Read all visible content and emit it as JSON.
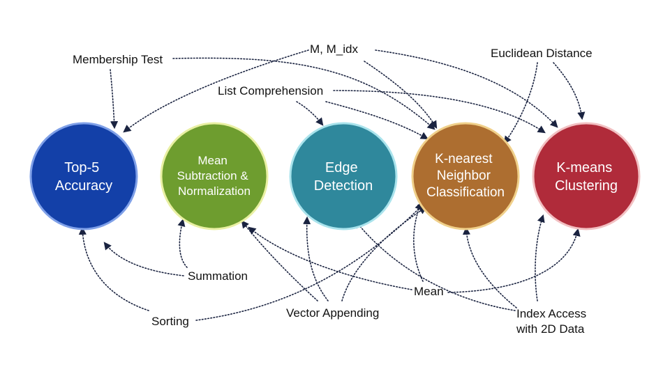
{
  "colors": {
    "edge": "#1a2340",
    "top5": "#1340a8",
    "meansub": "#6e9d2f",
    "edgedet": "#2f889c",
    "knn": "#ad6e30",
    "kmeans": "#b02b3a"
  },
  "nodes": {
    "top5": {
      "lines": [
        "Top-5",
        "Accuracy"
      ]
    },
    "meansub": {
      "lines": [
        "Mean",
        "Subtraction &",
        "Normalization"
      ]
    },
    "edgedet": {
      "lines": [
        "Edge",
        "Detection"
      ]
    },
    "knn": {
      "lines": [
        "K-nearest",
        "Neighbor",
        "Classification"
      ]
    },
    "kmeans": {
      "lines": [
        "K-means",
        "Clustering"
      ]
    }
  },
  "concepts": {
    "membership": "Membership Test",
    "midx": "M, M_idx",
    "euclid": "Euclidean Distance",
    "listcomp": "List Comprehension",
    "summation": "Summation",
    "mean": "Mean",
    "sorting": "Sorting",
    "vecappend": "Vector Appending",
    "index": [
      "Index Access",
      "with 2D Data"
    ]
  }
}
